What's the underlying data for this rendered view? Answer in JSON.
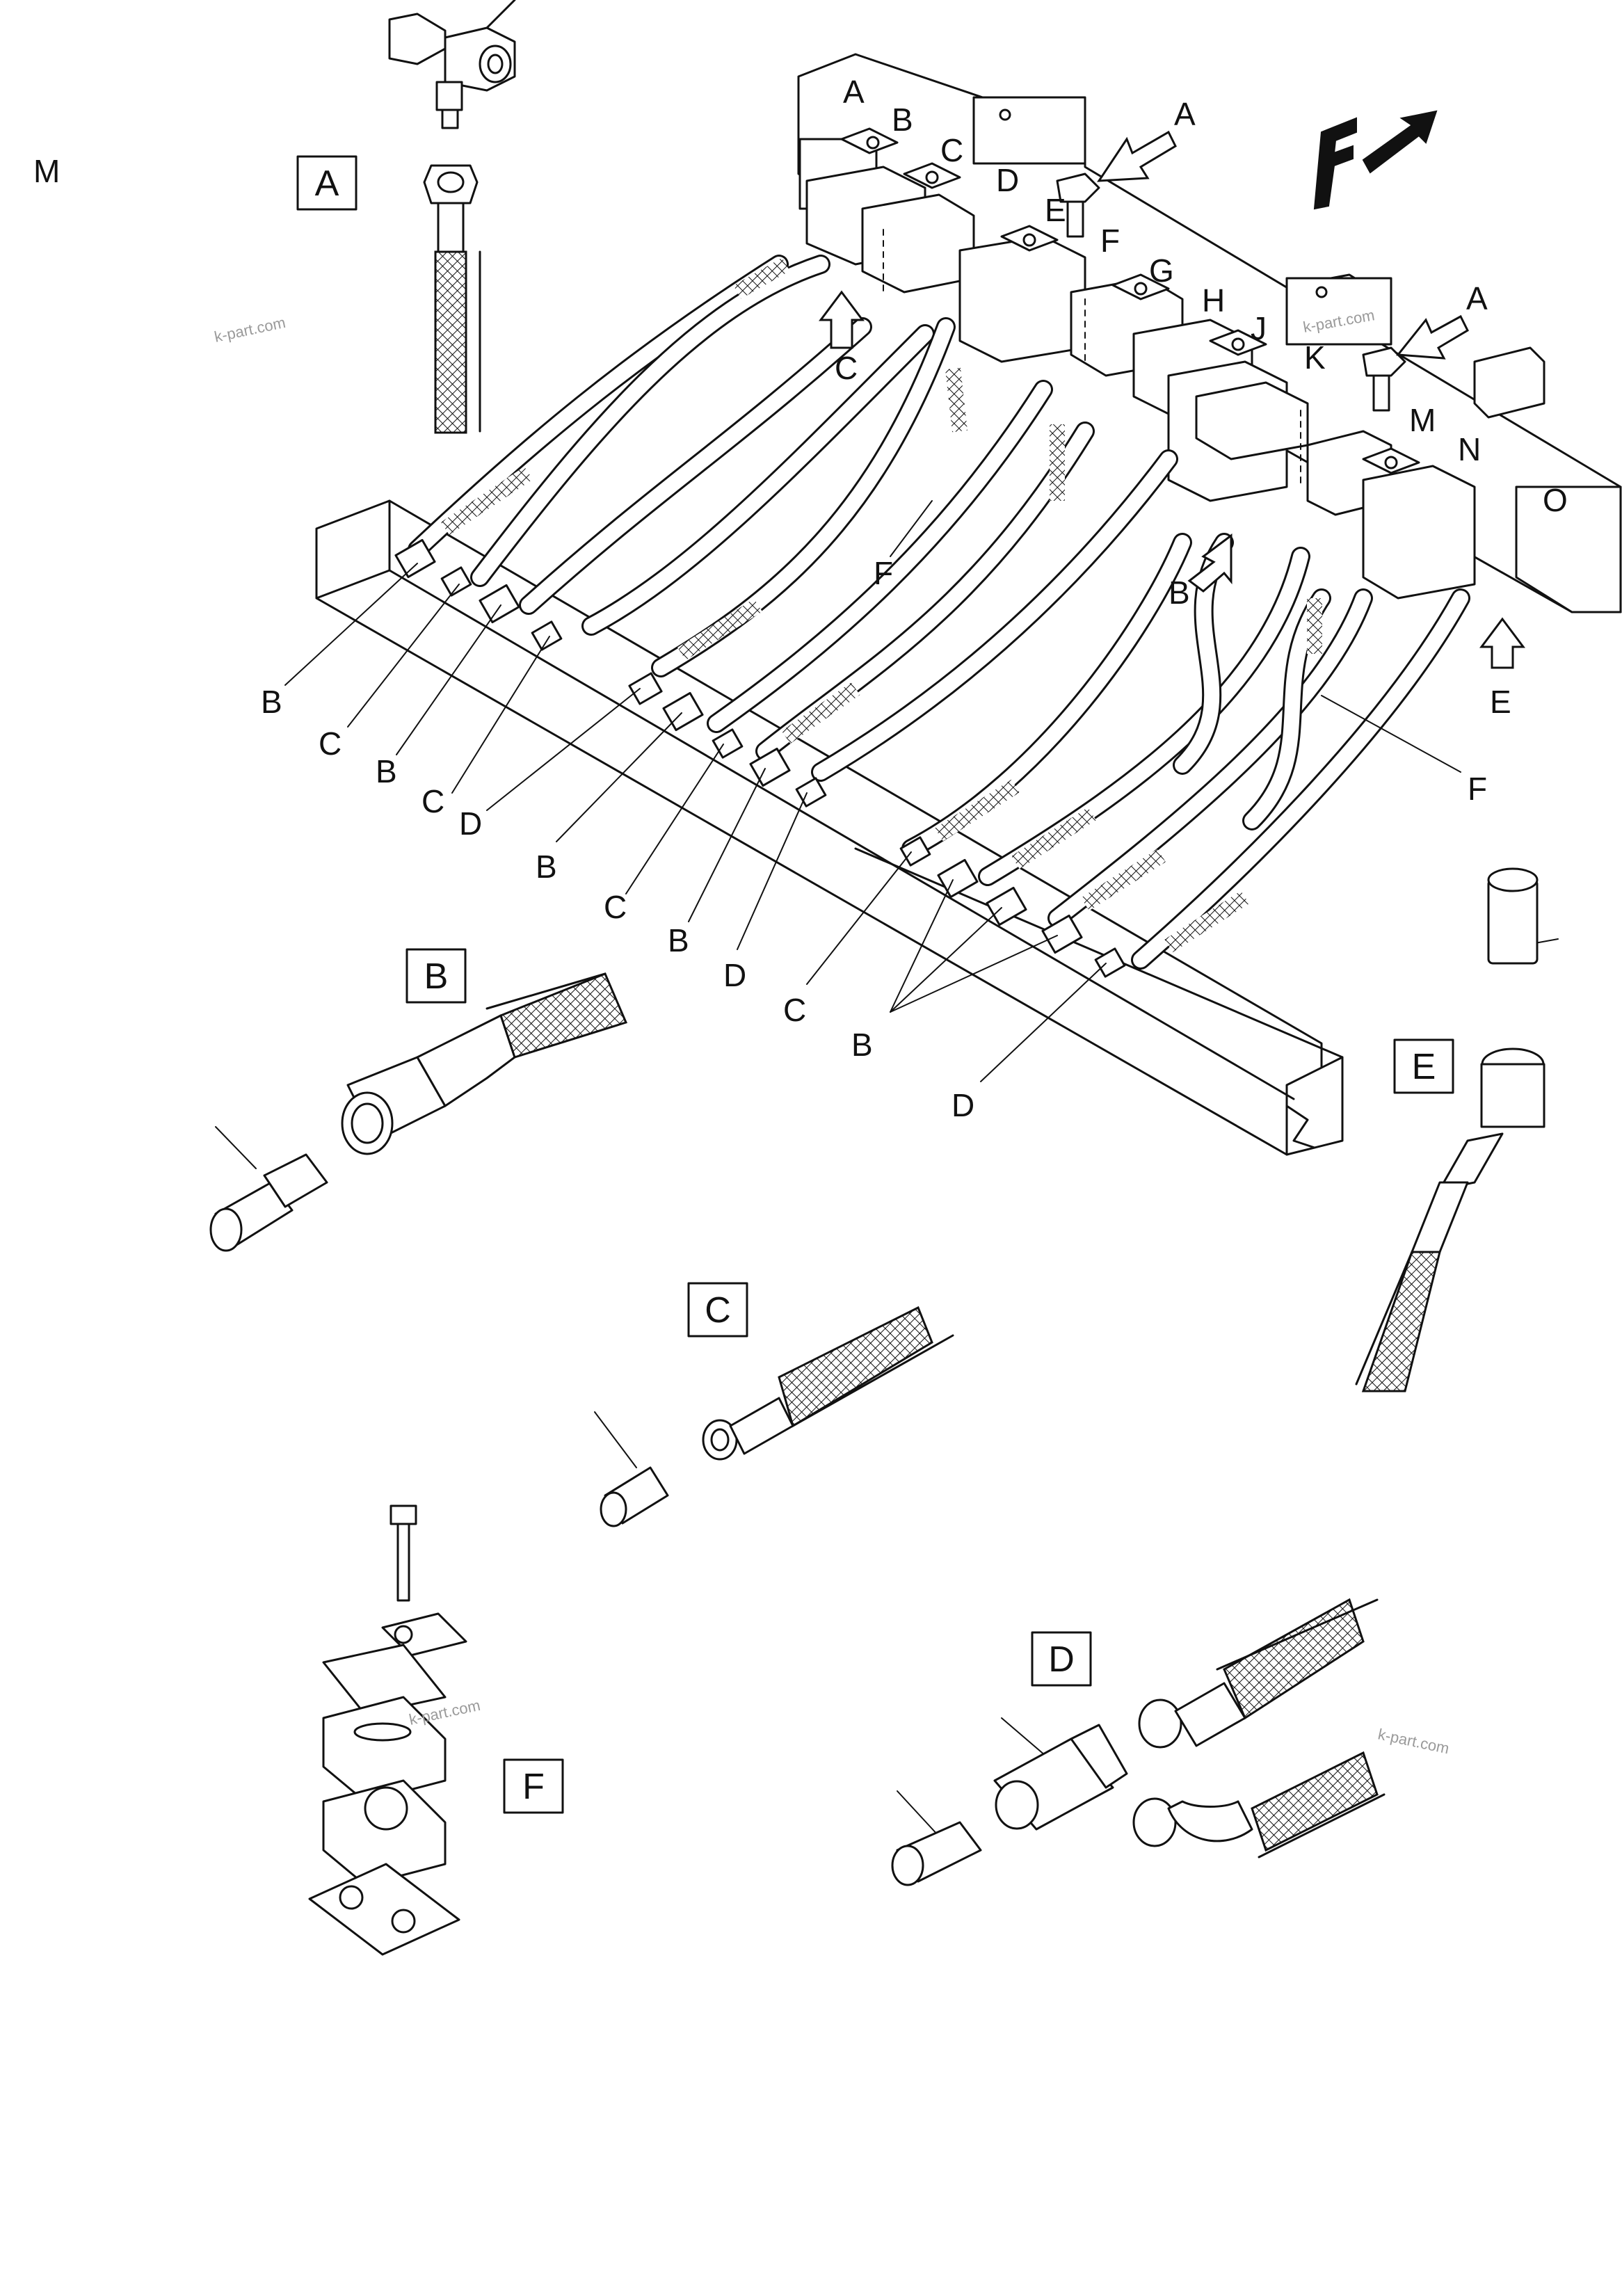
{
  "corner_label": "M",
  "detail_boxes": {
    "A": "A",
    "B": "B",
    "C": "C",
    "D": "D",
    "E": "E",
    "F": "F"
  },
  "direction_mark": {
    "letter": "F"
  },
  "block_labels": [
    "A",
    "B",
    "C",
    "D",
    "E",
    "F",
    "G",
    "H",
    "J",
    "K",
    "M",
    "N",
    "O"
  ],
  "view_arrows": [
    "A",
    "A",
    "C",
    "B",
    "E"
  ],
  "callouts": {
    "F_mid": "F",
    "F_right": "F",
    "bottom": [
      "B",
      "C",
      "B",
      "C",
      "D",
      "B",
      "C",
      "B",
      "D",
      "C",
      "B",
      "D"
    ]
  },
  "watermarks": [
    "k-part.com",
    "k-part.com",
    "k-part.com",
    "k-part.com"
  ]
}
